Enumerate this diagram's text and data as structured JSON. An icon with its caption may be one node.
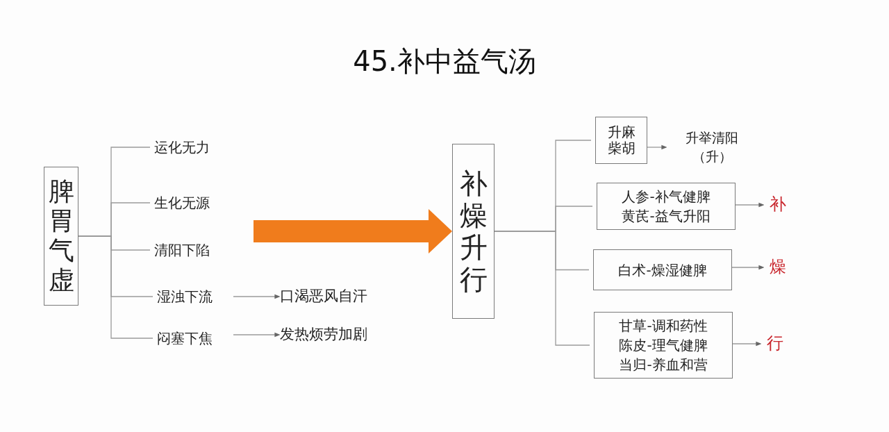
{
  "diagram": {
    "title": "45.补中益气汤",
    "nodes": [
      {
        "text": [
          "脾胃气虚"
        ]
      },
      {
        "text": [
          "运化无力"
        ]
      },
      {
        "text": [
          "生化无源"
        ]
      },
      {
        "text": [
          "清阳下陷"
        ]
      },
      {
        "text": [
          "湿浊下流"
        ]
      },
      {
        "text": [
          "闷塞下焦"
        ]
      },
      {
        "text": [
          "口渴恶风自汗"
        ]
      },
      {
        "text": [
          "发热烦劳加剧"
        ]
      },
      {
        "text": [
          "补燥升行"
        ]
      },
      {
        "text": [
          "升麻柴胡"
        ]
      },
      {
        "text": [
          "升举清阳",
          "（升）"
        ]
      },
      {
        "text": [
          "人参-补气健脾",
          "黄芪-益气升阳"
        ]
      },
      {
        "text": [
          "补"
        ]
      },
      {
        "text": [
          "白术-燥湿健脾"
        ]
      },
      {
        "text": [
          "燥"
        ]
      },
      {
        "text": [
          "甘草-调和药性",
          "陈皮-理气健脾",
          "当归-养血和营"
        ]
      },
      {
        "text": [
          "行"
        ]
      }
    ],
    "edges": [
      {
        "from": 0,
        "to": 1,
        "arrow": "none"
      },
      {
        "from": 0,
        "to": 2,
        "arrow": "none"
      },
      {
        "from": 0,
        "to": 3,
        "arrow": "none"
      },
      {
        "from": 0,
        "to": 4,
        "arrow": "none"
      },
      {
        "from": 0,
        "to": 5,
        "arrow": "none"
      },
      {
        "from": 4,
        "to": 6,
        "arrow": "to"
      },
      {
        "from": 5,
        "to": 7,
        "arrow": "to"
      },
      {
        "from": null,
        "to": 8,
        "arrow": "to",
        "style": "thick",
        "color": "#f07c1c"
      },
      {
        "from": 8,
        "to": 9,
        "arrow": "none"
      },
      {
        "from": 8,
        "to": 11,
        "arrow": "none"
      },
      {
        "from": 8,
        "to": 13,
        "arrow": "none"
      },
      {
        "from": 8,
        "to": 15,
        "arrow": "none"
      },
      {
        "from": 9,
        "to": 10,
        "arrow": "to"
      },
      {
        "from": 11,
        "to": 12,
        "arrow": "to"
      },
      {
        "from": 13,
        "to": 14,
        "arrow": "to"
      },
      {
        "from": 15,
        "to": 16,
        "arrow": "to"
      }
    ]
  }
}
